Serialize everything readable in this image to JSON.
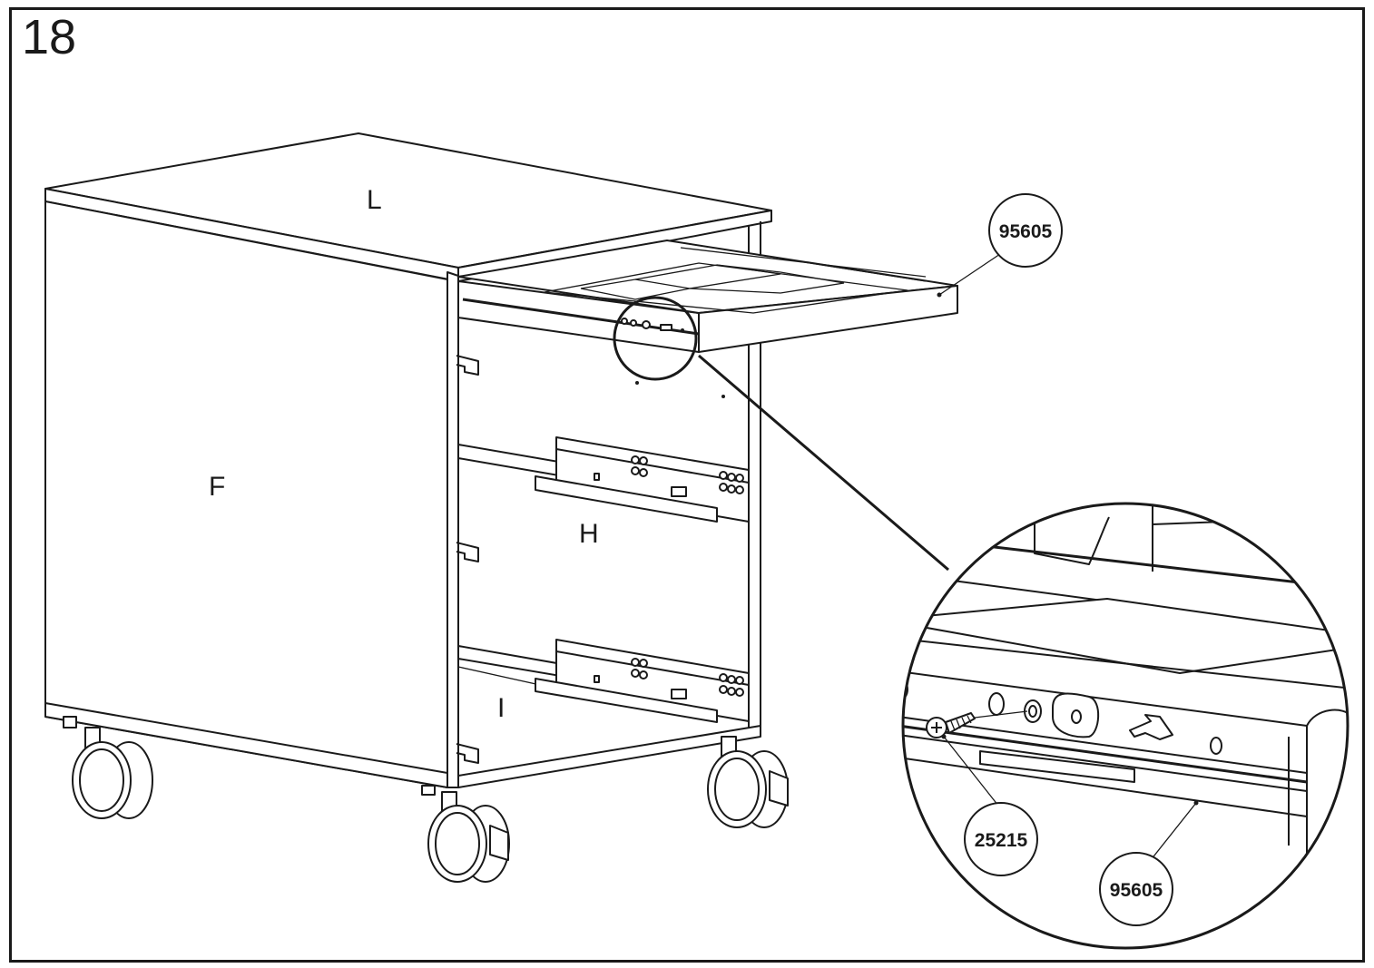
{
  "step": {
    "number": "18"
  },
  "parts": {
    "top_panel": "L",
    "side_panel": "F",
    "back_panel": "H",
    "bottom_panel": "I"
  },
  "callouts": {
    "drawer_runner": "95605",
    "screw": "25215",
    "detail_runner": "95605"
  },
  "colors": {
    "line": "#1a1a1a",
    "background": "#ffffff"
  }
}
